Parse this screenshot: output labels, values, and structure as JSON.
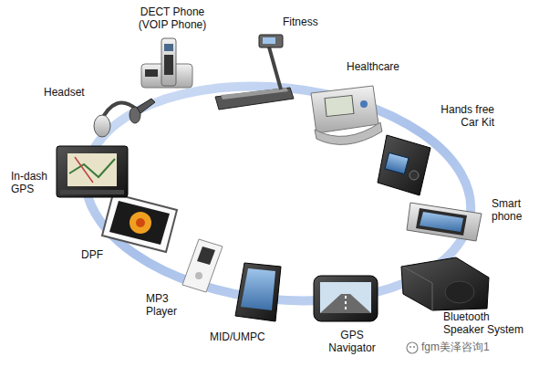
{
  "diagram": {
    "labels": [
      "DECT Phone (VOIP Phone)",
      "Fitness",
      "Healthcare",
      "Hands free Car Kit",
      "Smart phone",
      "Bluetooth Speaker System",
      "GPS Navigator",
      "MID/UMPC",
      "MP3 Player",
      "DPF",
      "In-dash GPS",
      "Headset",
      "fgm美泽咨询1"
    ]
  }
}
